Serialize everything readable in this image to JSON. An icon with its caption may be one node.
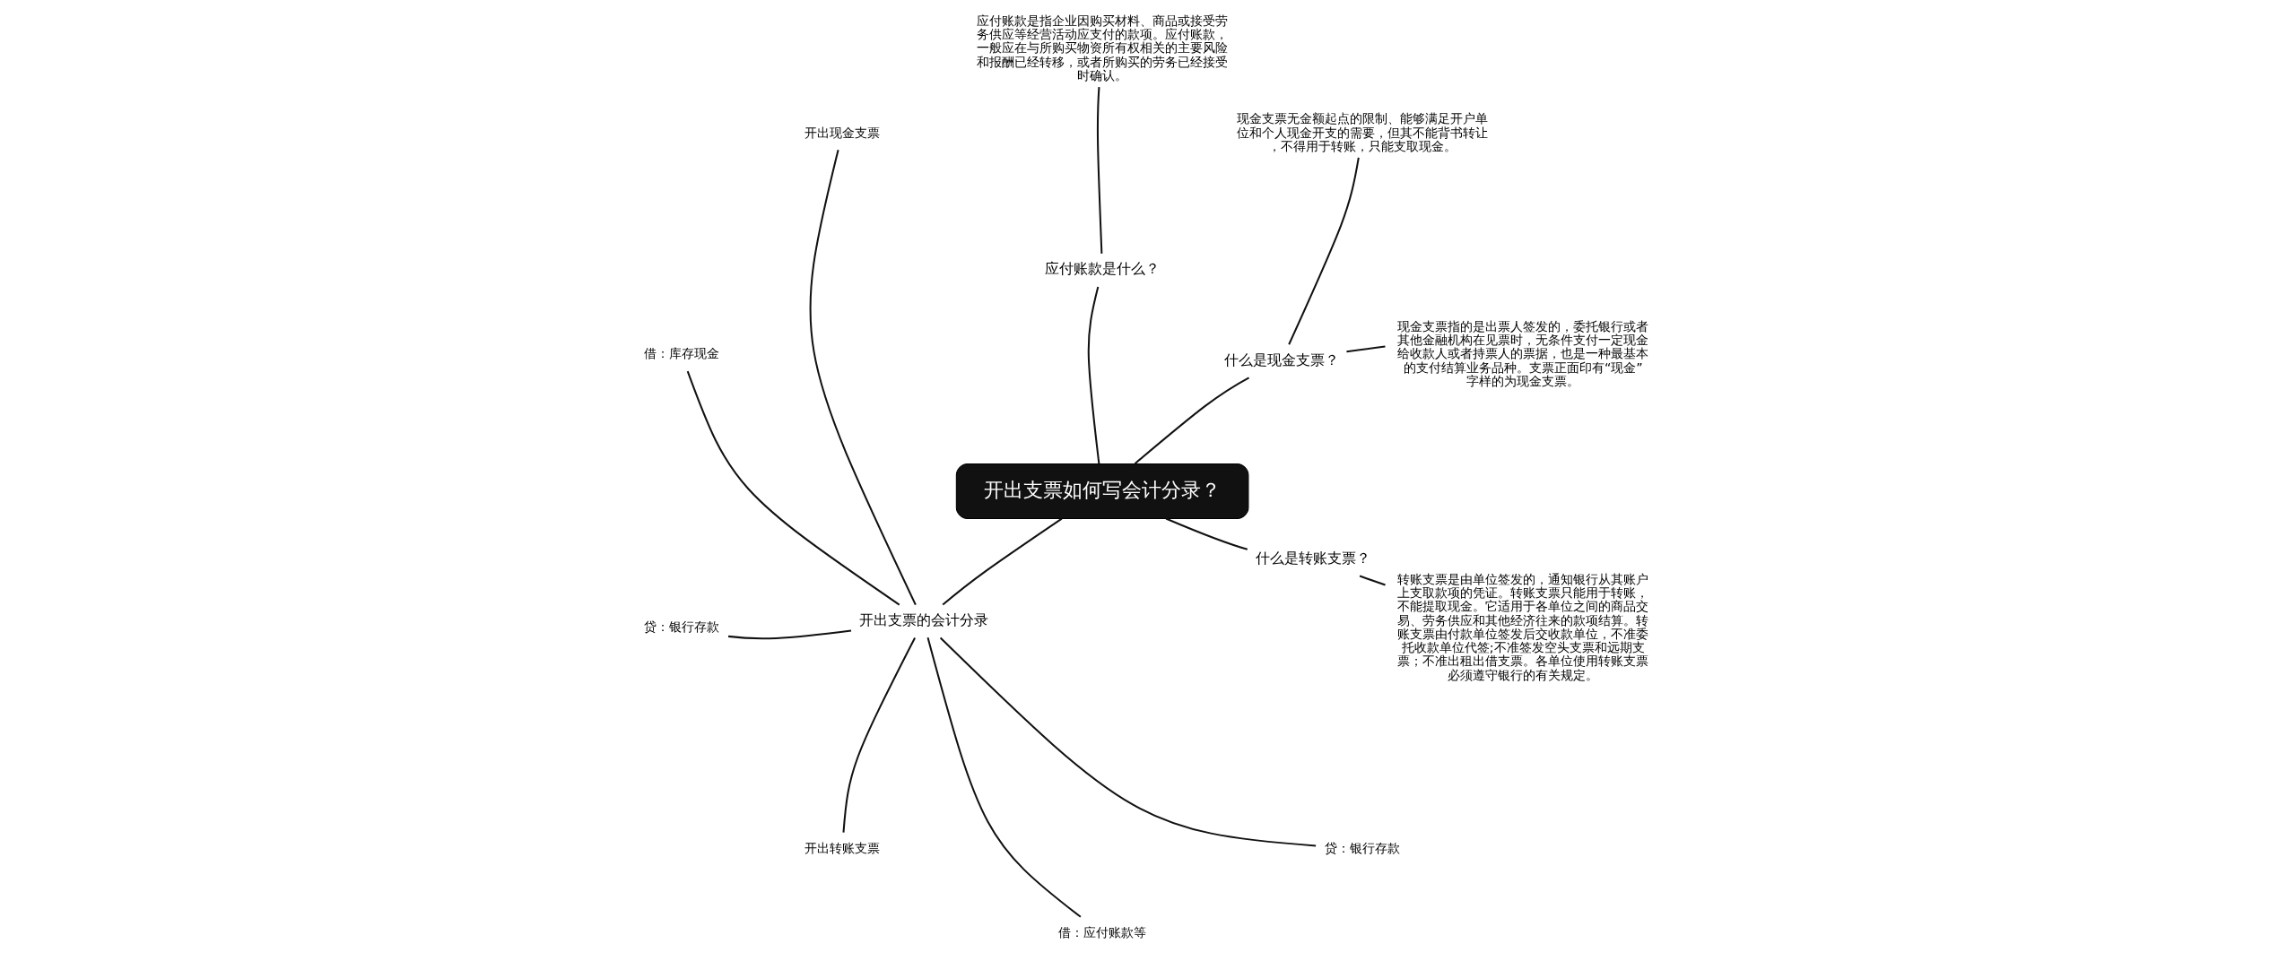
{
  "diagram": {
    "nodes": [
      {
        "text": [
          "开出支票如何写会计分录？"
        ]
      },
      {
        "text": [
          "什么是现金支票？"
        ]
      },
      {
        "text": [
          "现金支票指的是出票人签发的，委托银行或者其他金融机构在见票时，无条件支付一定现金给收款人或者持票人的票据，也是一种最基本的支付结算业务品种。支票正面印有“现金”字样的为现金支票。"
        ]
      },
      {
        "text": [
          "现金支票无金额起点的限制、能够满足开户单位和个人现金开支的需要，但其不能背书转让，不得用于转账，只能支取现金。"
        ]
      },
      {
        "text": [
          "应付账款是什么？"
        ]
      },
      {
        "text": [
          "应付账款是指企业因购买材料、商品或接受劳务供应等经营活动应支付的款项。应付账款，一般应在与所购买物资所有权相关的主要风险和报酬已经转移，或者所购买的劳务已经接受时确认。"
        ]
      },
      {
        "text": [
          "开出支票的会计分录"
        ]
      },
      {
        "text": [
          "开出现金支票"
        ]
      },
      {
        "text": [
          "借：库存现金"
        ]
      },
      {
        "text": [
          "贷：银行存款"
        ]
      },
      {
        "text": [
          "开出转账支票"
        ]
      },
      {
        "text": [
          "借：应付账款等"
        ]
      },
      {
        "text": [
          "贷：银行存款"
        ]
      },
      {
        "text": [
          "什么是转账支票？"
        ]
      },
      {
        "text": [
          "转账支票是由单位签发的，通知银行从其账户上支取款项的凭证。转账支票只能用于转账，不能提取现金。它适用于各单位之间的商品交易、劳务供应和其他经济往来的款项结算。转账支票由付款单位签发后交收款单位，不准委托收款单位代签;不准签发空头支票和远期支票；不准出租出借支票。各单位使用转账支票必须遵守银行的有关规定。"
        ]
      }
    ],
    "edges": [
      {
        "from": 0,
        "to": 1,
        "arrow": "none"
      },
      {
        "from": 1,
        "to": 2,
        "arrow": "none"
      },
      {
        "from": 1,
        "to": 3,
        "arrow": "none"
      },
      {
        "from": 0,
        "to": 4,
        "arrow": "none"
      },
      {
        "from": 4,
        "to": 5,
        "arrow": "none"
      },
      {
        "from": 0,
        "to": 6,
        "arrow": "none"
      },
      {
        "from": 6,
        "to": 7,
        "arrow": "none"
      },
      {
        "from": 6,
        "to": 8,
        "arrow": "none"
      },
      {
        "from": 6,
        "to": 9,
        "arrow": "none"
      },
      {
        "from": 6,
        "to": 10,
        "arrow": "none"
      },
      {
        "from": 6,
        "to": 11,
        "arrow": "none"
      },
      {
        "from": 6,
        "to": 12,
        "arrow": "none"
      },
      {
        "from": 0,
        "to": 13,
        "arrow": "none"
      },
      {
        "from": 13,
        "to": 14,
        "arrow": "none"
      }
    ]
  }
}
